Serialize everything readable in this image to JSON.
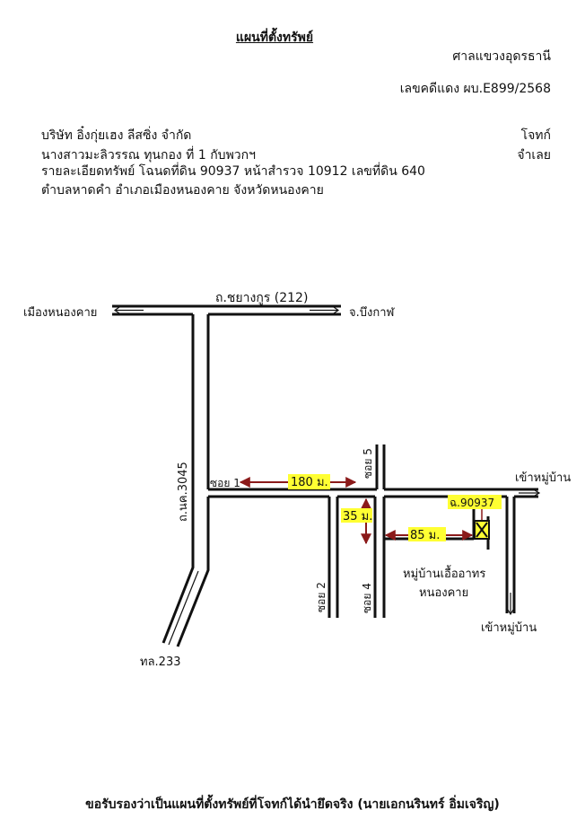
{
  "header": {
    "title": "แผนที่ตั้งทรัพย์",
    "court": "ศาลแขวงอุดรธานี",
    "case_number": "เลขคดีแดง ผบ.E899/2568"
  },
  "parties": {
    "plaintiff_name": "บริษัท อิ๋งกุ่ยเฮง ลีสซิ่ง จำกัด",
    "plaintiff_role": "โจทก์",
    "defendant_name": "นางสาวมะลิวรรณ ทุนกอง ที่ 1 กับพวกฯ",
    "defendant_role": "จำเลย"
  },
  "property": {
    "line1": "รายละเอียดทรัพย์ โฉนดที่ดิน 90937 หน้าสำรวจ 10912 เลขที่ดิน 640",
    "line2": "ตำบลหาดคำ อำเภอเมืองหนองคาย จังหวัดหนองคาย"
  },
  "map": {
    "highlight_color": "#ffff33",
    "arrow_color": "#8b1a1a",
    "labels": {
      "main_road": "ถ.ชยางกูร (212)",
      "west_dest": "เมืองหนองคาย",
      "east_dest": "จ.บึงกาฬ",
      "road_3045": "ถ.นค.3045",
      "road_233": "ทล.233",
      "soi1": "ซอย 1",
      "soi2": "ซอย 2",
      "soi4": "ซอย 4",
      "soi5": "ซอย 5",
      "dist_180": "180 ม.",
      "dist_35": "35 ม.",
      "dist_85": "85 ม.",
      "deed_label": "ฉ.90937",
      "village_line1": "หมู่บ้านเอื้ออาทร",
      "village_line2": "หนองคาย",
      "to_village_east": "เข้าหมู่บ้าน",
      "to_village_south": "เข้าหมู่บ้าน"
    }
  },
  "footer": {
    "certification": "ขอรับรองว่าเป็นแผนที่ตั้งทรัพย์ที่โจทก์ได้นำยึดจริง (นายเอกนรินทร์ อิ่มเจริญ)"
  }
}
